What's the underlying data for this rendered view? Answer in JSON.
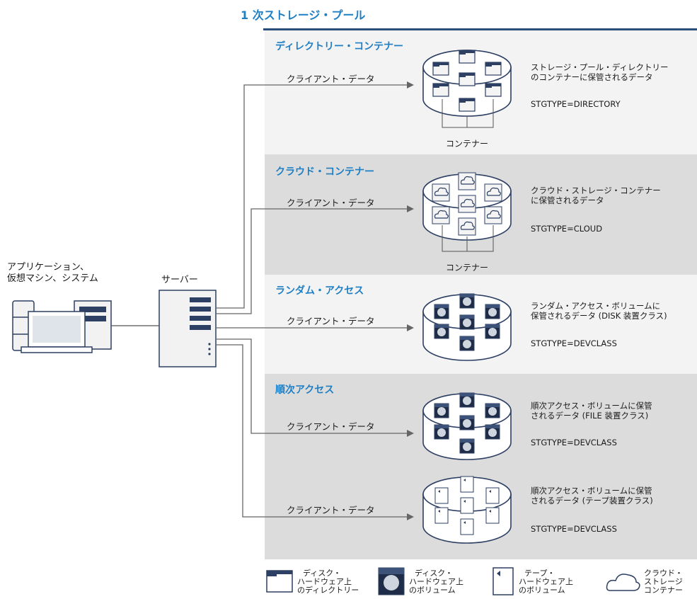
{
  "pool_title": "1 次ストレージ・プール",
  "sources": {
    "app_label_line1": "アプリケーション、",
    "app_label_line2": "仮想マシン、システム",
    "server_label": "サーバー"
  },
  "sections": [
    {
      "title": "ディレクトリー・コンテナー",
      "data_label": "クライアント・データ",
      "desc_line1": "ストレージ・プール・ディレクトリー",
      "desc_line2": "のコンテナーに保管されるデータ",
      "stgtype": "STGTYPE=DIRECTORY",
      "container_label": "コンテナー"
    },
    {
      "title": "クラウド・コンテナー",
      "data_label": "クライアント・データ",
      "desc_line1": "クラウド・ストレージ・コンテナー",
      "desc_line2": "に保管されるデータ",
      "stgtype": "STGTYPE=CLOUD",
      "container_label": "コンテナー"
    },
    {
      "title": "ランダム・アクセス",
      "data_label": "クライアント・データ",
      "desc_line1": "ランダム・アクセス・ボリュームに",
      "desc_line2": "保管されるデータ (DISK 装置クラス)",
      "stgtype": "STGTYPE=DEVCLASS"
    },
    {
      "title": "順次アクセス",
      "data_label": "クライアント・データ",
      "desc_line1": "順次アクセス・ボリュームに保管",
      "desc_line2": "されるデータ (FILE 装置クラス)",
      "stgtype": "STGTYPE=DEVCLASS"
    },
    {
      "data_label": "クライアント・データ",
      "desc_line1": "順次アクセス・ボリュームに保管",
      "desc_line2": "されるデータ (テープ装置クラス)",
      "stgtype": "STGTYPE=DEVCLASS"
    }
  ],
  "legend": [
    {
      "icon": "folder-icon",
      "line1": "ディスク・",
      "line2": "ハードウェア上",
      "line3": "のディレクトリー"
    },
    {
      "icon": "disk-volume-icon",
      "line1": "ディスク・",
      "line2": "ハードウェア上",
      "line3": "のボリューム"
    },
    {
      "icon": "tape-volume-icon",
      "line1": "テープ・",
      "line2": "ハードウェア上",
      "line3": "のボリューム"
    },
    {
      "icon": "cloud-icon",
      "line1": "クラウド・",
      "line2": "ストレージ",
      "line3": "コンテナー"
    }
  ],
  "colors": {
    "title_blue": "#1f7fc4",
    "band_light": "#f3f3f3",
    "band_dark": "#dcdcdc",
    "outline_navy": "#2d3f63"
  }
}
